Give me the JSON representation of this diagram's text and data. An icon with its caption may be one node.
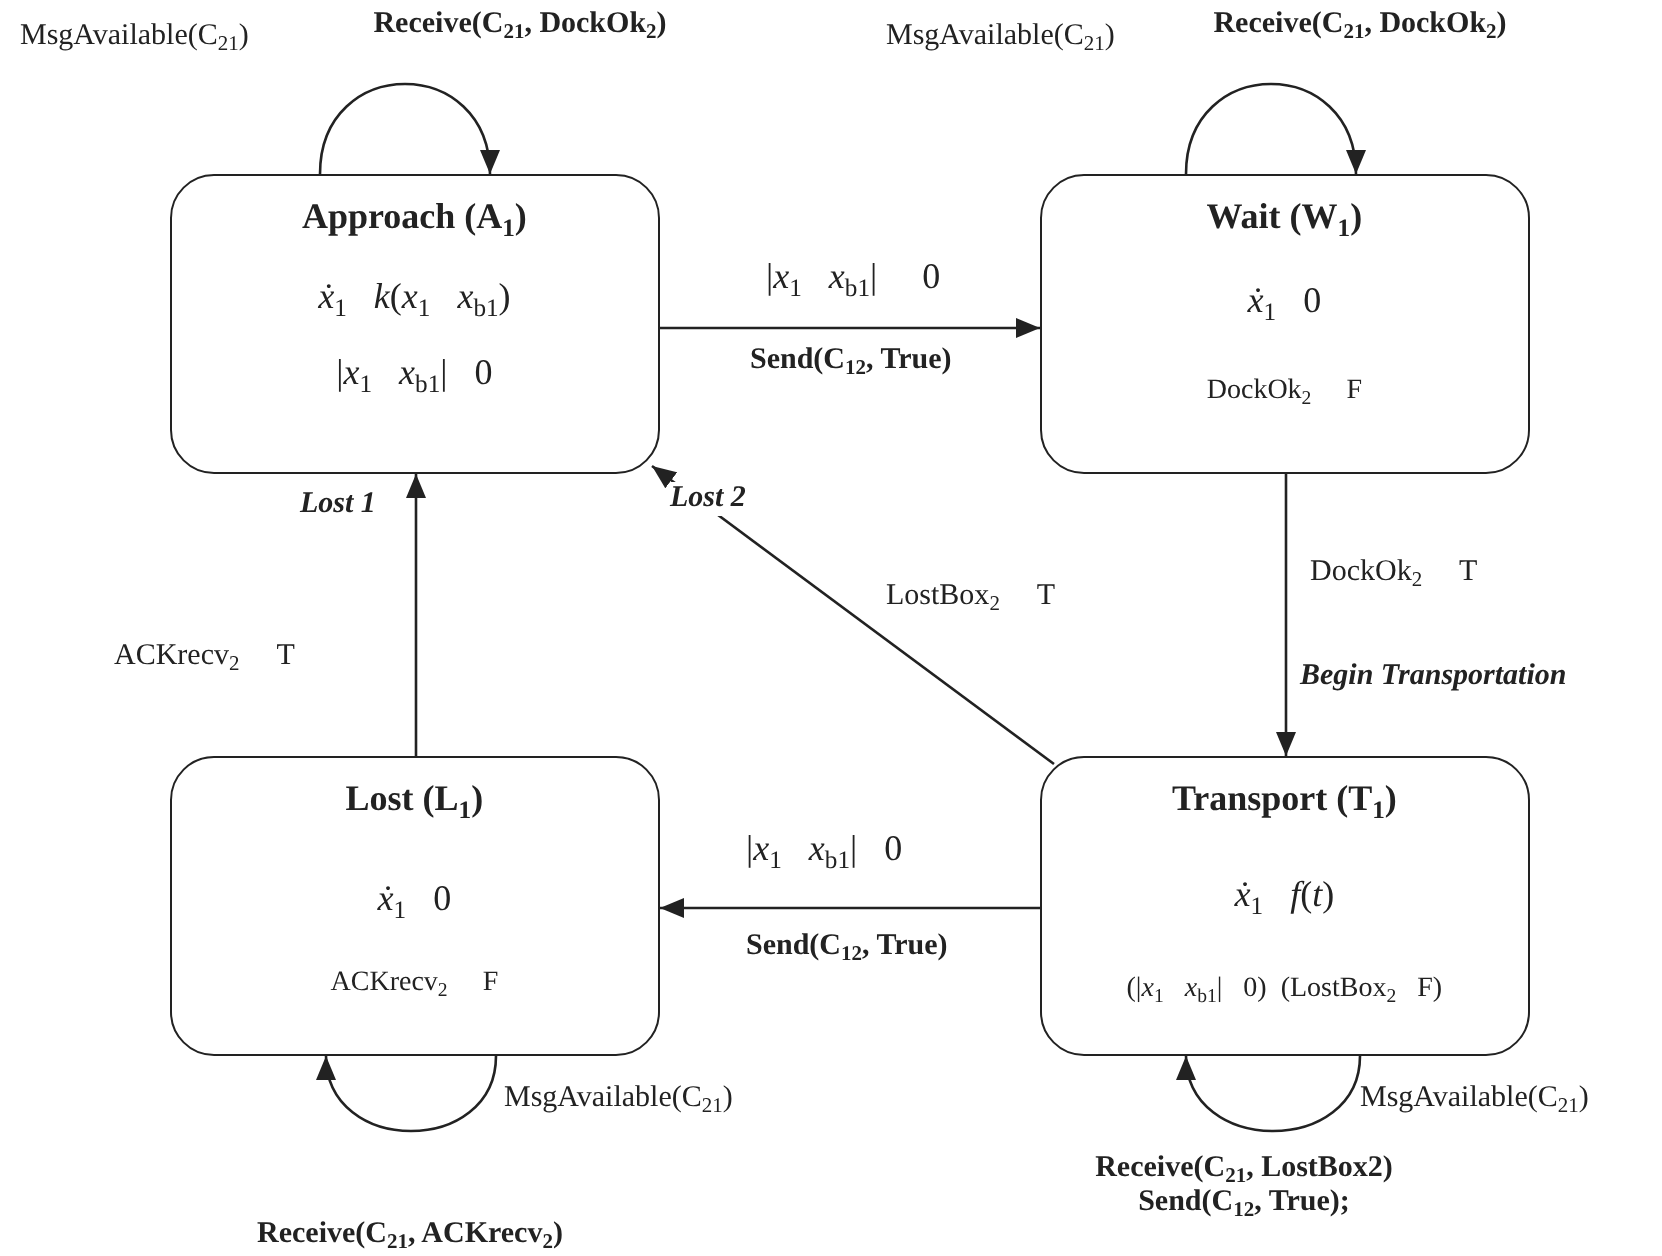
{
  "diagram": {
    "nodes": [
      {
        "text": [
          "Approach (A$_{1}$)",
          "*ẋ*$_{1}$   *k*(*x*$_{1}$   *x*$_{b1}$)",
          "|*x*$_{1}$   *x*$_{b1}$|   0"
        ]
      },
      {
        "text": [
          "Wait (W$_{1}$)",
          "*ẋ*$_{1}$   0",
          "DockOk$_{2}$     F"
        ]
      },
      {
        "text": [
          "Lost (L$_{1}$)",
          "*ẋ*$_{1}$   0",
          "ACKrecv$_{2}$     F"
        ]
      },
      {
        "text": [
          "Transport (T$_{1}$)",
          "*ẋ*$_{1}$   *f*(*t*)",
          "(|*x*$_{1}$   *x*$_{b1}$|   0)  (LostBox$_{2}$   F)"
        ]
      }
    ],
    "edges": [
      {
        "from": 0,
        "to": 1,
        "arrow": "to",
        "label": "|*x*$_{1}$   *x*$_{b1}$|     0 **Send(C$_{12}$, True)**"
      },
      {
        "from": 1,
        "to": 3,
        "arrow": "to",
        "label": "DockOk$_{2}$     T **Begin Transportation**"
      },
      {
        "from": 3,
        "to": 0,
        "arrow": "to",
        "label": "LostBox$_{2}$     T **Lost 2**"
      },
      {
        "from": 3,
        "to": 2,
        "arrow": "to",
        "label": "|*x*$_{1}$   *x*$_{b1}$|   0 **Send(C$_{12}$, True)**"
      },
      {
        "from": 2,
        "to": 0,
        "arrow": "to",
        "label": "ACKrecv$_{2}$     T **Lost 1**"
      },
      {
        "from": 0,
        "to": 0,
        "arrow": "to",
        "label": "MsgAvailable(C$_{21}$) **Receive(C$_{21}$, DockOk$_{2}$)**"
      },
      {
        "from": 1,
        "to": 1,
        "arrow": "to",
        "label": "MsgAvailable(C$_{21}$) **Receive(C$_{21}$, DockOk$_{2}$)**"
      },
      {
        "from": 2,
        "to": 2,
        "arrow": "to",
        "label": "MsgAvailable(C$_{21}$) **Receive(C$_{21}$, ACKrecv$_{2}$)**"
      },
      {
        "from": 3,
        "to": 3,
        "arrow": "to",
        "label": "MsgAvailable(C$_{21}$) **Receive(C$_{21}$, LostBox2) Send(C$_{12}$, True);**"
      }
    ]
  }
}
